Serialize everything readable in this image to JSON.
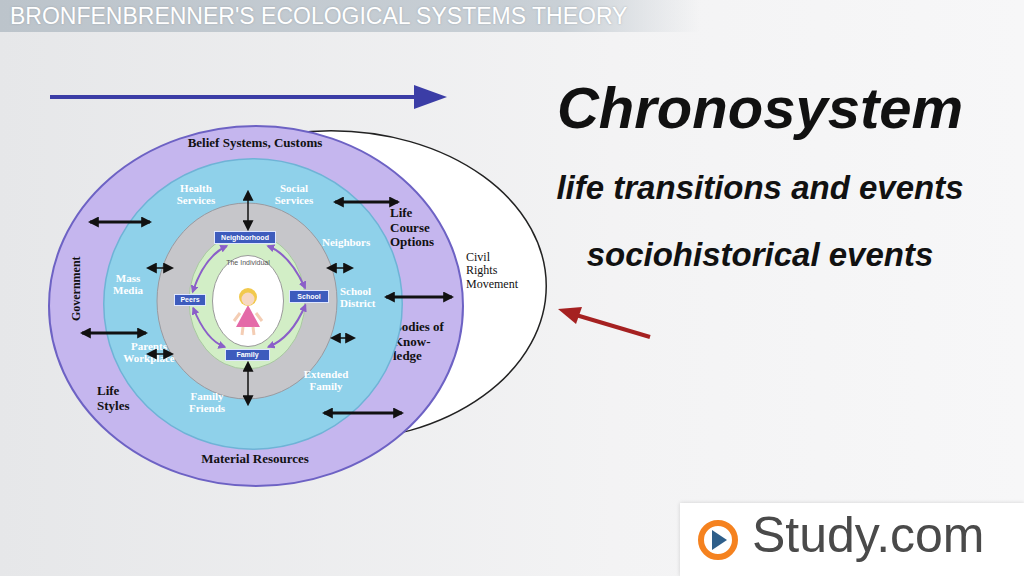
{
  "diagram": {
    "title": "BRONFENBRENNER'S ECOLOGICAL SYSTEMS THEORY",
    "nodes": [
      {
        "text": [
          "Belief Systems, Customs",
          "Government",
          "Life Course Options",
          "Bodies of Know- ledge",
          "Life Styles",
          "Material Resources"
        ]
      },
      {
        "text": [
          "Health Services",
          "Social Services",
          "Mass Media",
          "Neighbors",
          "School District",
          "Parents Workplace",
          "Extended Family",
          "Family Friends"
        ],
        "in": 0
      },
      {
        "text": [
          "Neighborhood"
        ],
        "in": 1
      },
      {
        "text": [
          "Peers"
        ],
        "in": 1
      },
      {
        "text": [
          "School"
        ],
        "in": 1
      },
      {
        "text": [
          "The Individual"
        ],
        "in": 1
      },
      {
        "text": [
          "Family"
        ],
        "in": 1
      },
      {
        "text": [
          "Civil Rights Movement"
        ]
      }
    ],
    "edges": [
      {
        "from": 2,
        "to": 4,
        "arrow": "both"
      },
      {
        "from": 4,
        "to": 6,
        "arrow": "both"
      },
      {
        "from": 6,
        "to": 3,
        "arrow": "both"
      },
      {
        "from": 3,
        "to": 2,
        "arrow": "both"
      }
    ],
    "labels": [
      "Chronosystem",
      "life transitions and events",
      "sociohistorical events",
      "Study.com"
    ]
  }
}
